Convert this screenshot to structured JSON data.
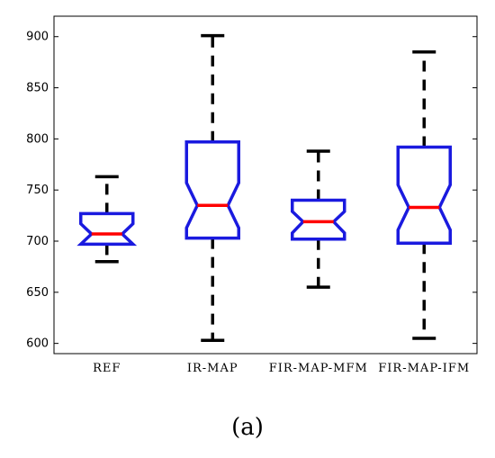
{
  "caption": "(a)",
  "colors": {
    "box": "#1a1adf",
    "median": "#ff0000",
    "whisker": "#000000",
    "axis": "#000000"
  },
  "chart_data": {
    "type": "boxplot",
    "notched": true,
    "ylim": [
      590,
      920
    ],
    "yticks": [
      600,
      650,
      700,
      750,
      800,
      850,
      900
    ],
    "xlabel": "",
    "ylabel": "",
    "categories": [
      "REF",
      "IR-MAP",
      "FIR-MAP-MFM",
      "FIR-MAP-IFM"
    ],
    "boxes": [
      {
        "label": "REF",
        "whisker_low": 680,
        "q1": 697,
        "median": 707,
        "q3": 727,
        "whisker_high": 763,
        "notch_low": 697,
        "notch_high": 717
      },
      {
        "label": "IR-MAP",
        "whisker_low": 603,
        "q1": 703,
        "median": 735,
        "q3": 797,
        "whisker_high": 901,
        "notch_low": 713,
        "notch_high": 757
      },
      {
        "label": "FIR-MAP-MFM",
        "whisker_low": 655,
        "q1": 702,
        "median": 719,
        "q3": 740,
        "whisker_high": 788,
        "notch_low": 708,
        "notch_high": 729
      },
      {
        "label": "FIR-MAP-IFM",
        "whisker_low": 605,
        "q1": 698,
        "median": 733,
        "q3": 792,
        "whisker_high": 885,
        "notch_low": 711,
        "notch_high": 755
      }
    ]
  }
}
